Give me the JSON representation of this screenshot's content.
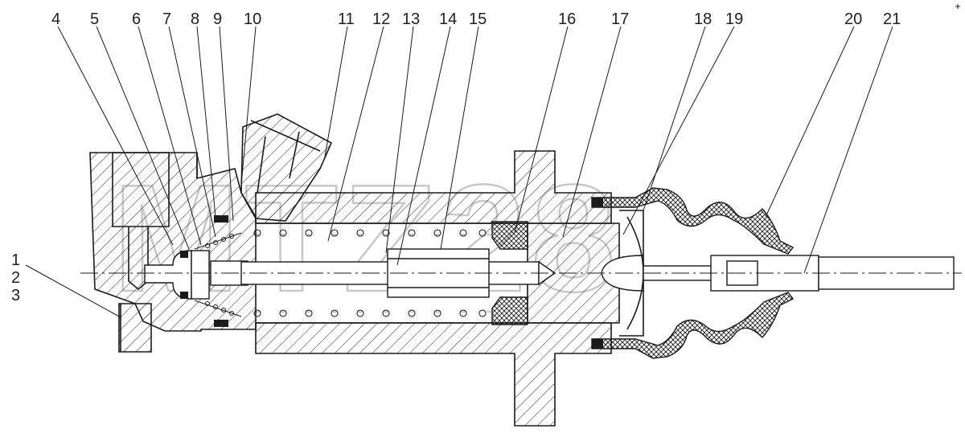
{
  "watermark": "MTZ28",
  "callouts": [
    {
      "label": "1"
    },
    {
      "label": "2"
    },
    {
      "label": "3"
    },
    {
      "label": "4"
    },
    {
      "label": "5"
    },
    {
      "label": "6"
    },
    {
      "label": "7"
    },
    {
      "label": "8"
    },
    {
      "label": "9"
    },
    {
      "label": "10"
    },
    {
      "label": "11"
    },
    {
      "label": "12"
    },
    {
      "label": "13"
    },
    {
      "label": "14"
    },
    {
      "label": "15"
    },
    {
      "label": "16"
    },
    {
      "label": "17"
    },
    {
      "label": "18"
    },
    {
      "label": "19"
    },
    {
      "label": "20"
    },
    {
      "label": "21"
    }
  ]
}
